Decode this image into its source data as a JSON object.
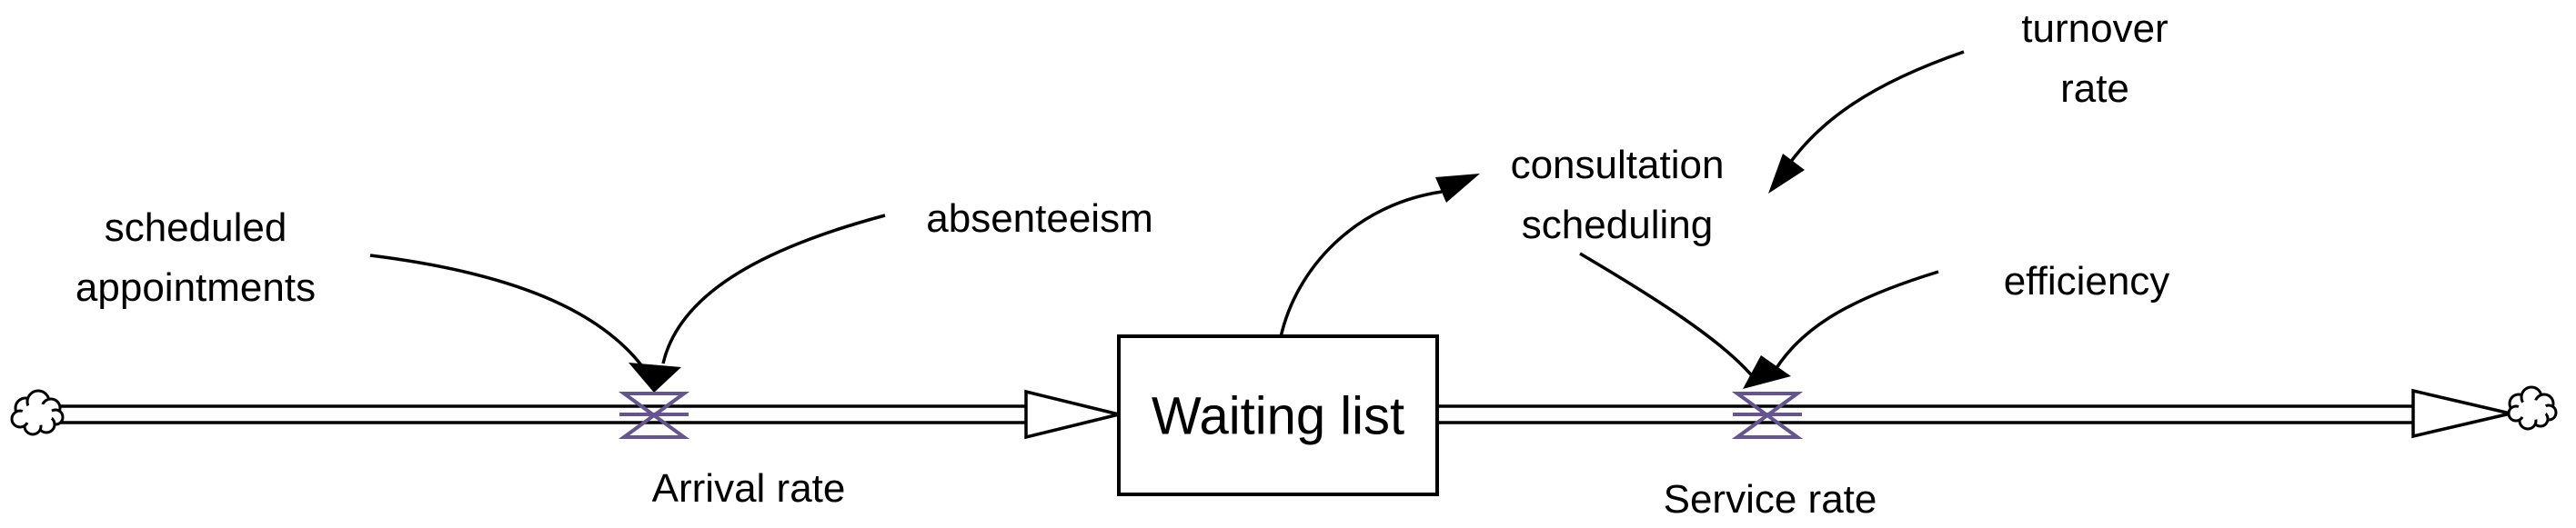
{
  "diagram": {
    "type": "stock-and-flow",
    "stock": {
      "label": "Waiting list"
    },
    "flows": {
      "inflow_label": "Arrival rate",
      "outflow_label": "Service rate"
    },
    "variables": {
      "scheduled_appointments": "scheduled\nappointments",
      "absenteeism": "absenteeism",
      "consultation_scheduling": "consultation\nscheduling",
      "turnover_rate": "turnover\nrate",
      "efficiency": "efficiency"
    },
    "influences": [
      {
        "from": "scheduled appointments",
        "to": "Arrival rate"
      },
      {
        "from": "absenteeism",
        "to": "Arrival rate"
      },
      {
        "from": "Waiting list",
        "to": "consultation scheduling"
      },
      {
        "from": "turnover rate",
        "to": "consultation scheduling"
      },
      {
        "from": "consultation scheduling",
        "to": "Service rate"
      },
      {
        "from": "efficiency",
        "to": "Service rate"
      }
    ],
    "icons": {
      "source": "cloud-icon",
      "sink": "cloud-icon",
      "inflow_valve": "valve-bowtie-icon",
      "outflow_valve": "valve-bowtie-icon"
    },
    "colors": {
      "line": "#000000",
      "valve": "#645490",
      "background": "#ffffff"
    }
  }
}
